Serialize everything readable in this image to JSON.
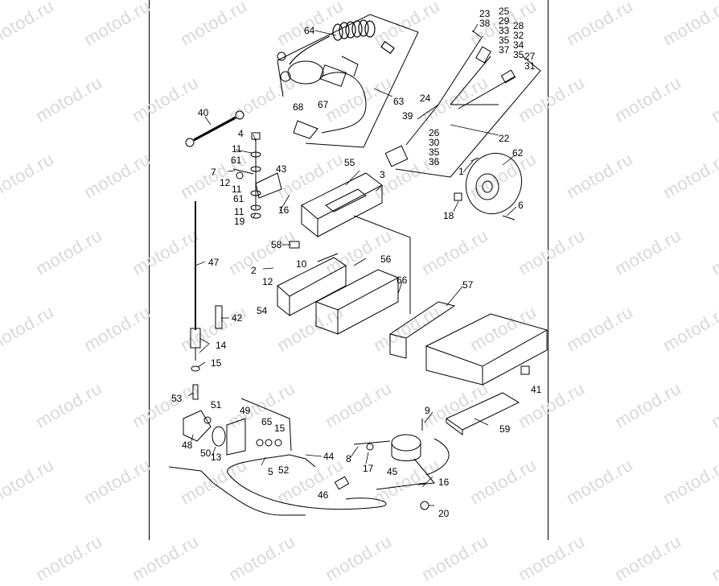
{
  "watermark": {
    "text": "motod.ru",
    "color": "#d9d9d9"
  },
  "diagram": {
    "line_color": "#000000",
    "background": "#ffffff"
  },
  "callouts": [
    "64",
    "23",
    "38",
    "25",
    "29",
    "33",
    "35",
    "37",
    "28",
    "32",
    "34",
    "35",
    "27",
    "31",
    "24",
    "39",
    "26",
    "30",
    "35",
    "36",
    "22",
    "63",
    "67",
    "68",
    "40",
    "4",
    "11",
    "61",
    "7",
    "12",
    "43",
    "55",
    "3",
    "1",
    "62",
    "11",
    "61",
    "16",
    "11",
    "19",
    "18",
    "6",
    "58",
    "10",
    "56",
    "2",
    "12",
    "66",
    "57",
    "54",
    "47",
    "42",
    "14",
    "15",
    "41",
    "53",
    "51",
    "49",
    "65",
    "15",
    "9",
    "59",
    "48",
    "50",
    "13",
    "5",
    "52",
    "44",
    "8",
    "17",
    "45",
    "16",
    "46",
    "20"
  ]
}
